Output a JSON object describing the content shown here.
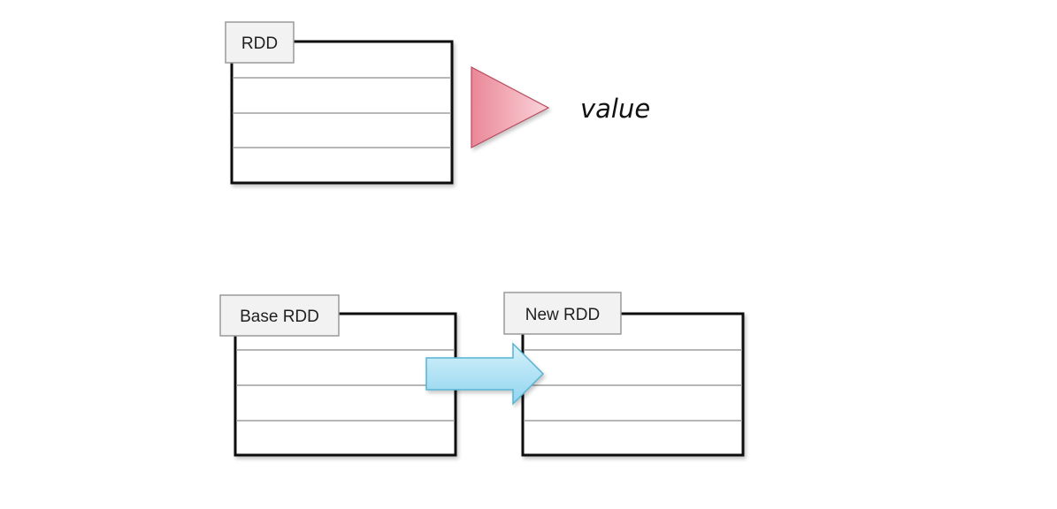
{
  "top": {
    "rdd_label": "RDD",
    "result_text": "value"
  },
  "bottom": {
    "base_label": "Base RDD",
    "new_label": "New RDD"
  },
  "colors": {
    "triangle_fill": "#f29aa8",
    "arrow_fill": "#a8e0f3",
    "arrow_stroke": "#58b3d3",
    "label_fill": "#f2f2f2",
    "label_stroke": "#9a9a9a",
    "box_stroke": "#111111",
    "row_line": "#9d9d9d"
  }
}
